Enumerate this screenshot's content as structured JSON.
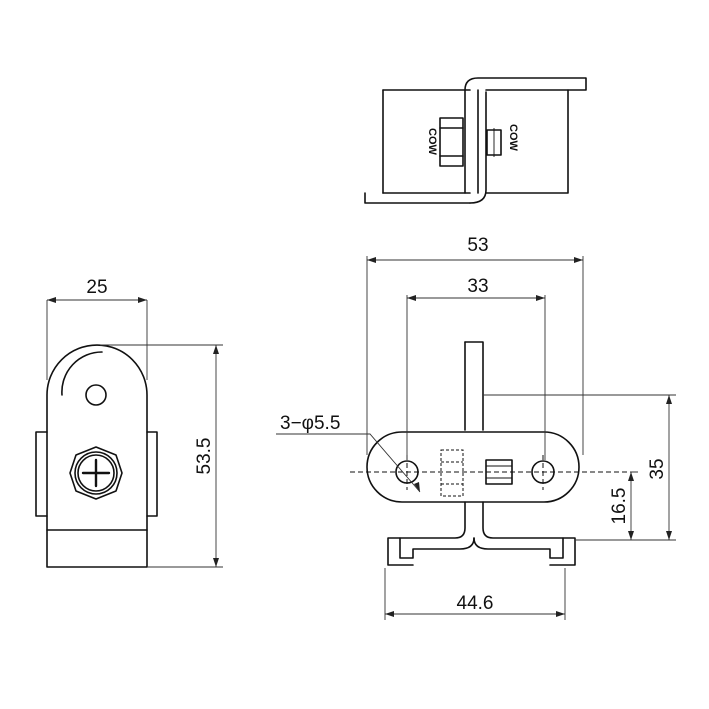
{
  "dimensions": {
    "side_width": "25",
    "side_height": "53.5",
    "front_total_width": "53",
    "hole_pitch": "33",
    "holes": "3−φ5.5",
    "height_total": "35",
    "hole_height": "16.5",
    "base_width": "44.6"
  },
  "markings": {
    "bolt_head": "COW",
    "nut_end": "COW"
  }
}
